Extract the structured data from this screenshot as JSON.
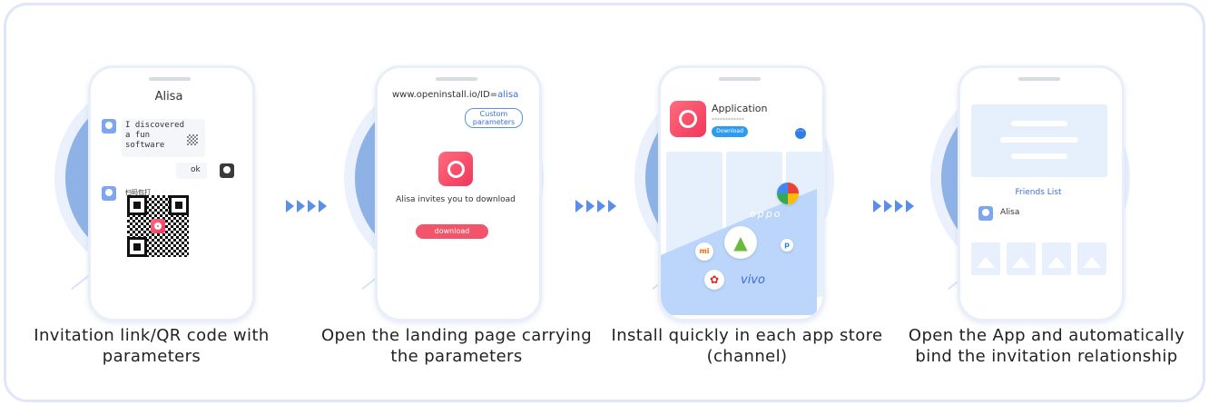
{
  "steps": [
    {
      "caption": "Invitation link/QR code with parameters",
      "phone": {
        "chat_title": "Alisa",
        "message_1": "I discovered a fun software",
        "message_2": "ok",
        "qr_label": "扫码包打"
      }
    },
    {
      "caption": "Open the landing page carrying the parameters",
      "phone": {
        "url_prefix": "www.openinstall.io/ID=",
        "url_param": "alisa",
        "param_badge": "Custom parameters",
        "invite_text": "Alisa invites you to download",
        "download_label": "download"
      }
    },
    {
      "caption": "Install quickly in each app store (channel)",
      "phone": {
        "app_name": "Application",
        "app_sub": "************",
        "download_label": "Download",
        "brands": [
          "oppo",
          "mi",
          "vivo"
        ]
      }
    },
    {
      "caption": "Open the App and automatically bind the invitation relationship",
      "phone": {
        "friends_title": "Friends List",
        "friend_name": "Alisa"
      }
    }
  ],
  "colors": {
    "accent": "#5b8ee8",
    "pink": "#f2556b",
    "circle": "#8eb2e6"
  }
}
